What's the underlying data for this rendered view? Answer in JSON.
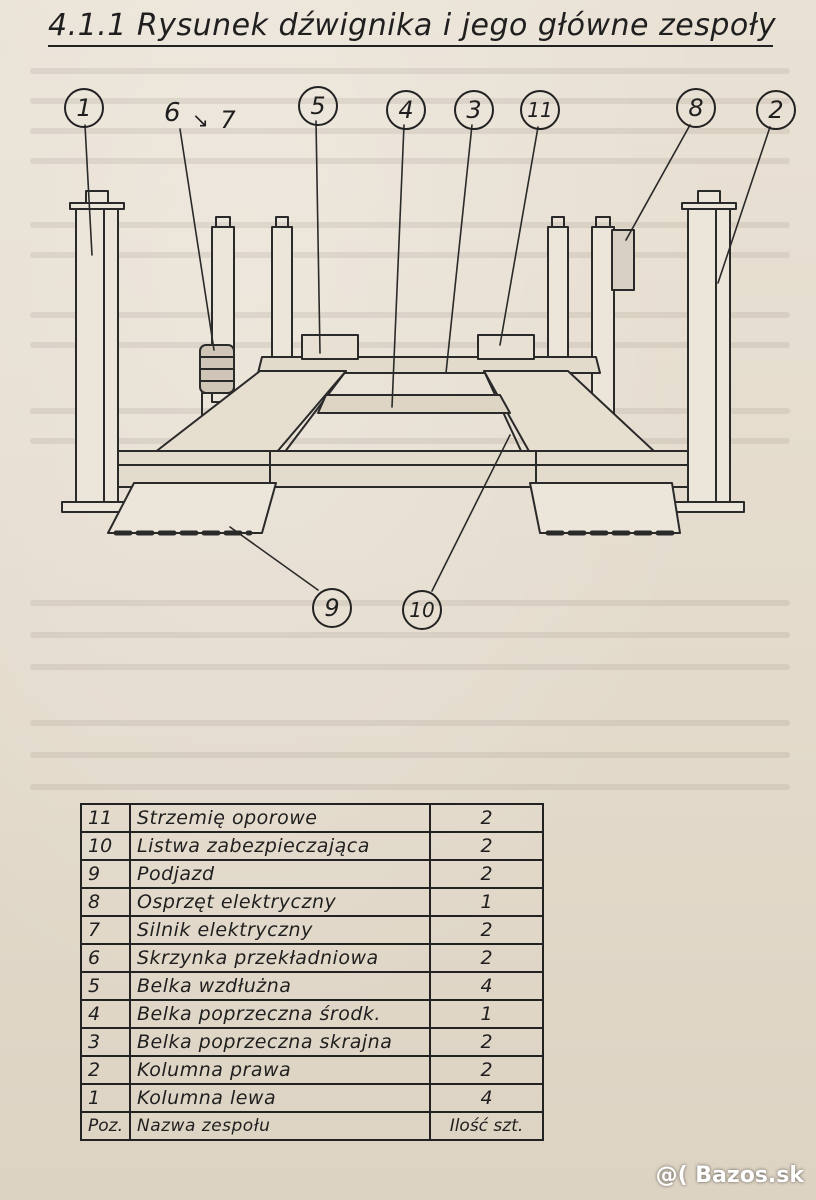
{
  "page": {
    "title": "4.1.1 Rysunek dźwignika i jego główne zespoły"
  },
  "drawing": {
    "callouts": [
      "1",
      "6",
      "7",
      "5",
      "4",
      "3",
      "11",
      "8",
      "2",
      "9",
      "10"
    ]
  },
  "parts_table": {
    "header": {
      "pos": "Poz.",
      "name": "Nazwa zespołu",
      "qty": "Ilość szt."
    },
    "rows": [
      {
        "pos": "11",
        "name": "Strzemię oporowe",
        "qty": "2"
      },
      {
        "pos": "10",
        "name": "Listwa zabezpieczająca",
        "qty": "2"
      },
      {
        "pos": "9",
        "name": "Podjazd",
        "qty": "2"
      },
      {
        "pos": "8",
        "name": "Osprzęt elektryczny",
        "qty": "1"
      },
      {
        "pos": "7",
        "name": "Silnik elektryczny",
        "qty": "2"
      },
      {
        "pos": "6",
        "name": "Skrzynka przekładniowa",
        "qty": "2"
      },
      {
        "pos": "5",
        "name": "Belka wzdłużna",
        "qty": "4"
      },
      {
        "pos": "4",
        "name": "Belka poprzeczna środk.",
        "qty": "1"
      },
      {
        "pos": "3",
        "name": "Belka poprzeczna skrajna",
        "qty": "2"
      },
      {
        "pos": "2",
        "name": "Kolumna prawa",
        "qty": "2"
      },
      {
        "pos": "1",
        "name": "Kolumna lewa",
        "qty": "4"
      }
    ]
  },
  "watermark": "@( Bazos.sk"
}
